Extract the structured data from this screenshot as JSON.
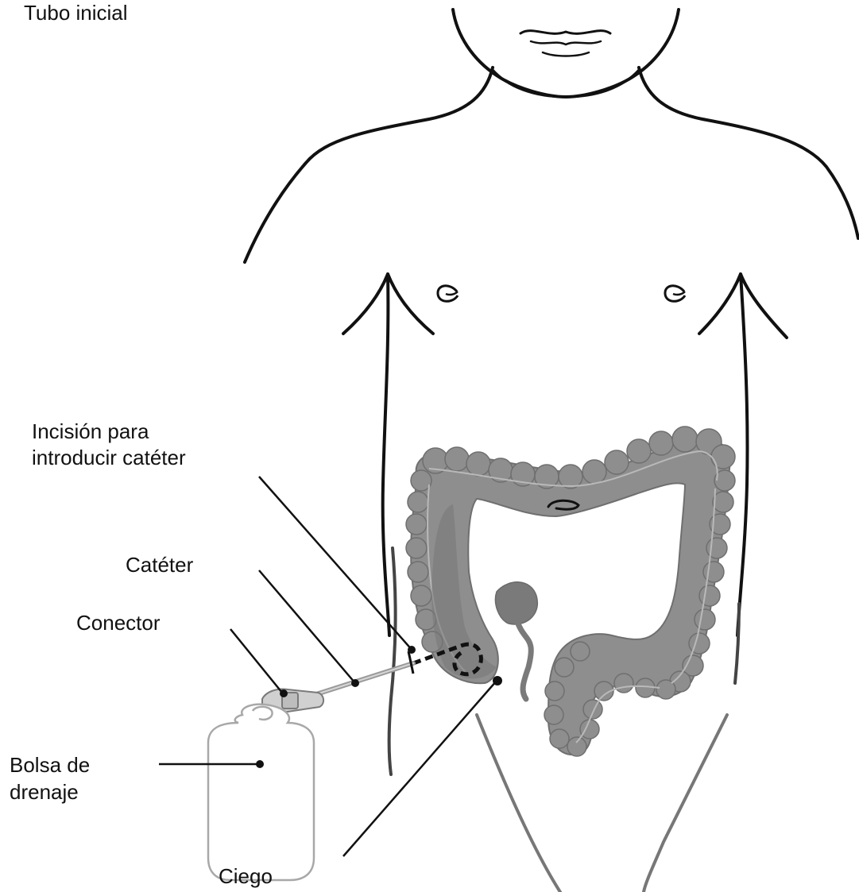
{
  "figure": {
    "labels": {
      "title": "Tubo inicial",
      "incision_line1": "Incisión para",
      "incision_line2": "introducir catéter",
      "catheter": "Catéter",
      "connector": "Conector",
      "bag_line1": "Bolsa de",
      "bag_line2": "drenaje",
      "cecum": "Ciego"
    }
  },
  "colors": {
    "outline": "#111111",
    "colon_fill": "#8e8e8e",
    "colon_dark": "#767676",
    "colon_highlight": "#b9b9b9",
    "catheter": "#9a9a9a",
    "bag_outline": "#a8a8a8"
  }
}
